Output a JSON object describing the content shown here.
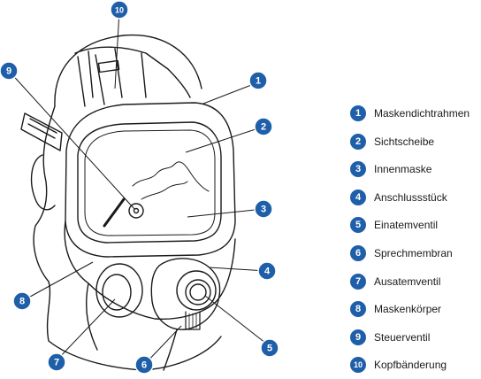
{
  "diagram": {
    "callouts": [
      {
        "number": "1",
        "label": "Maskendichtrahmen"
      },
      {
        "number": "2",
        "label": "Sichtscheibe"
      },
      {
        "number": "3",
        "label": "Innenmaske"
      },
      {
        "number": "4",
        "label": "Anschlussstück"
      },
      {
        "number": "5",
        "label": "Einatemventil"
      },
      {
        "number": "6",
        "label": "Sprechmembran"
      },
      {
        "number": "7",
        "label": "Ausatemventil"
      },
      {
        "number": "8",
        "label": "Maskenkörper"
      },
      {
        "number": "9",
        "label": "Steuerventil"
      },
      {
        "number": "10",
        "label": "Kopfbänderung"
      }
    ],
    "colors": {
      "badge": "#1f5fa9",
      "line": "#1a1a1a",
      "text": "#1a1a1a"
    }
  }
}
